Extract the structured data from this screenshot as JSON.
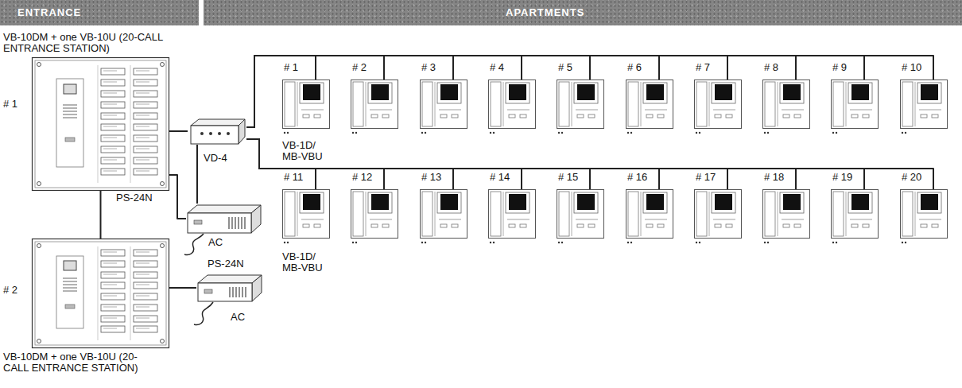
{
  "diagram": {
    "nodes": [
      {
        "text": [
          "ENTRANCE"
        ]
      },
      {
        "text": [
          "APARTMENTS"
        ]
      },
      {
        "text": [
          "VB-10DM + one VB-10U (20-CALL ENTRANCE STATION)",
          "# 1"
        ]
      },
      {
        "text": [
          "VD-4"
        ]
      },
      {
        "text": [
          "PS-24N"
        ]
      },
      {
        "text": [
          "# 2",
          "VB-10DM + one VB-10U (20-CALL ENTRANCE STATION)"
        ]
      },
      {
        "text": [
          "PS-24N"
        ]
      },
      {
        "text": [
          "# 1"
        ]
      },
      {
        "text": [
          "# 2"
        ]
      },
      {
        "text": [
          "# 3"
        ]
      },
      {
        "text": [
          "# 4"
        ]
      },
      {
        "text": [
          "# 5"
        ]
      },
      {
        "text": [
          "# 6"
        ]
      },
      {
        "text": [
          "# 7"
        ]
      },
      {
        "text": [
          "# 8"
        ]
      },
      {
        "text": [
          "# 9"
        ]
      },
      {
        "text": [
          "# 10"
        ]
      },
      {
        "text": [
          "# 11"
        ]
      },
      {
        "text": [
          "# 12"
        ]
      },
      {
        "text": [
          "# 13"
        ]
      },
      {
        "text": [
          "# 14"
        ]
      },
      {
        "text": [
          "# 15"
        ]
      },
      {
        "text": [
          "# 16"
        ]
      },
      {
        "text": [
          "# 17"
        ]
      },
      {
        "text": [
          "# 18"
        ]
      },
      {
        "text": [
          "# 19"
        ]
      },
      {
        "text": [
          "# 20"
        ]
      }
    ],
    "edges": [
      {
        "from": 2,
        "to": 3,
        "arrow": "none"
      },
      {
        "from": 4,
        "to": 3,
        "arrow": "none"
      },
      {
        "from": 2,
        "to": 4,
        "arrow": "none"
      },
      {
        "from": 2,
        "to": 5,
        "arrow": "none"
      },
      {
        "from": 5,
        "to": 6,
        "arrow": "none"
      },
      {
        "from": 3,
        "to": 7,
        "arrow": "none"
      },
      {
        "from": 3,
        "to": 8,
        "arrow": "none"
      },
      {
        "from": 3,
        "to": 9,
        "arrow": "none"
      },
      {
        "from": 3,
        "to": 10,
        "arrow": "none"
      },
      {
        "from": 3,
        "to": 11,
        "arrow": "none"
      },
      {
        "from": 3,
        "to": 12,
        "arrow": "none"
      },
      {
        "from": 3,
        "to": 13,
        "arrow": "none"
      },
      {
        "from": 3,
        "to": 14,
        "arrow": "none"
      },
      {
        "from": 3,
        "to": 15,
        "arrow": "none"
      },
      {
        "from": 3,
        "to": 16,
        "arrow": "none"
      },
      {
        "from": 3,
        "to": 17,
        "arrow": "none"
      },
      {
        "from": 3,
        "to": 18,
        "arrow": "none"
      },
      {
        "from": 3,
        "to": 19,
        "arrow": "none"
      },
      {
        "from": 3,
        "to": 20,
        "arrow": "none"
      },
      {
        "from": 3,
        "to": 21,
        "arrow": "none"
      },
      {
        "from": 3,
        "to": 22,
        "arrow": "none"
      },
      {
        "from": 3,
        "to": 23,
        "arrow": "none"
      },
      {
        "from": 3,
        "to": 24,
        "arrow": "none"
      },
      {
        "from": 3,
        "to": 25,
        "arrow": "none"
      },
      {
        "from": 3,
        "to": 26,
        "arrow": "none"
      }
    ],
    "labels": [
      "AC",
      "VB-1D/ MB-VBU",
      "AC",
      "VB-1D/ MB-VBU"
    ]
  }
}
